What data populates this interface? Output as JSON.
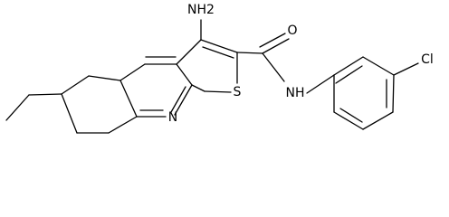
{
  "molecule": {
    "atoms": {
      "amino": "NH2",
      "carbonyl_oxygen": "O",
      "ring_sulfur": "S",
      "ring_nitrogen": "N",
      "amide_nitrogen": "NH",
      "chlorine": "Cl"
    }
  }
}
